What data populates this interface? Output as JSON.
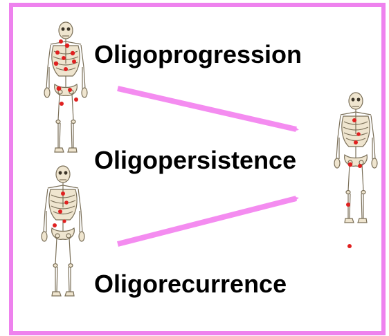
{
  "colors": {
    "frame": "#ee82ee",
    "arrow": "#f48cf0",
    "lesion": "#e02020",
    "bone": "#efe5cf",
    "text": "#000000"
  },
  "labels": {
    "progression": "Oligoprogression",
    "persistence": "Oligopersistence",
    "recurrence": "Oligorecurrence"
  },
  "icons": {
    "skeleton_progression": "skeleton-with-many-lesions",
    "skeleton_recurrence": "skeleton-with-few-lesions",
    "skeleton_persistence": "skeleton-with-persistent-lesions"
  }
}
